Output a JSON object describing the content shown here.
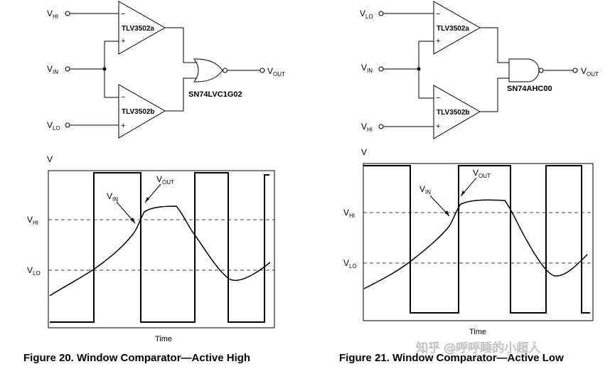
{
  "left": {
    "inputs": {
      "top": "V",
      "top_sub": "HI",
      "mid": "V",
      "mid_sub": "IN",
      "bot": "V",
      "bot_sub": "LO"
    },
    "comp_a": "TLV3502a",
    "comp_b": "TLV3502b",
    "gate": "SN74LVC1G02",
    "gate_type": "NOR",
    "out": "V",
    "out_sub": "OUT",
    "plot": {
      "y_axis": "V",
      "x_axis": "Time",
      "line_hi": "V",
      "line_hi_sub": "HI",
      "line_lo": "V",
      "line_lo_sub": "LO",
      "vin": "V",
      "vin_sub": "IN",
      "vout": "V",
      "vout_sub": "OUT"
    },
    "caption": "Figure 20. Window Comparator—Active High"
  },
  "right": {
    "inputs": {
      "top": "V",
      "top_sub": "LO",
      "mid": "V",
      "mid_sub": "IN",
      "bot": "V",
      "bot_sub": "HI"
    },
    "comp_a": "TLV3502a",
    "comp_b": "TLV3502b",
    "gate": "SN74AHC00",
    "gate_type": "NAND",
    "out": "V",
    "out_sub": "OUT",
    "plot": {
      "y_axis": "V",
      "x_axis": "Time",
      "line_hi": "V",
      "line_hi_sub": "HI",
      "line_lo": "V",
      "line_lo_sub": "LO",
      "vin": "V",
      "vin_sub": "IN",
      "vout": "V",
      "vout_sub": "OUT"
    },
    "caption": "Figure 21. Window Comparator—Active Low"
  },
  "symbols": {
    "minus": "−",
    "plus": "+"
  },
  "watermark": "知乎 @呼呼睡的小超人"
}
